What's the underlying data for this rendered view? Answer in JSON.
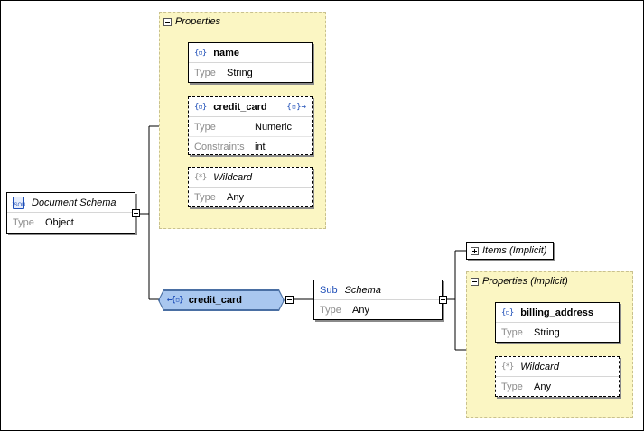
{
  "root": {
    "title": "Document Schema",
    "type_label": "Type",
    "type_value": "Object"
  },
  "properties_group": {
    "label": "Properties",
    "items": [
      {
        "name": "name",
        "type_label": "Type",
        "type_value": "String"
      },
      {
        "name": "credit_card",
        "type_label": "Type",
        "type_value": "Numeric",
        "constraints_label": "Constraints",
        "constraints_value": "int"
      },
      {
        "name": "Wildcard",
        "type_label": "Type",
        "type_value": "Any"
      }
    ]
  },
  "definition": {
    "name": "credit_card"
  },
  "subschema": {
    "prefix": "Sub",
    "title": "Schema",
    "type_label": "Type",
    "type_value": "Any"
  },
  "items_implicit": {
    "label": "Items (Implicit)"
  },
  "properties_implicit": {
    "label": "Properties (Implicit)",
    "items": [
      {
        "name": "billing_address",
        "type_label": "Type",
        "type_value": "String"
      },
      {
        "name": "Wildcard",
        "type_label": "Type",
        "type_value": "Any"
      }
    ]
  },
  "icons": {
    "json_doc": "json-file-icon",
    "object": "object-icon",
    "wildcard": "wildcard-icon",
    "reference": "reference-arrow-icon"
  },
  "colors": {
    "group_fill": "#fbf6c3",
    "definition_fill": "#a9c7ef",
    "icon_blue": "#1f4fb8"
  }
}
